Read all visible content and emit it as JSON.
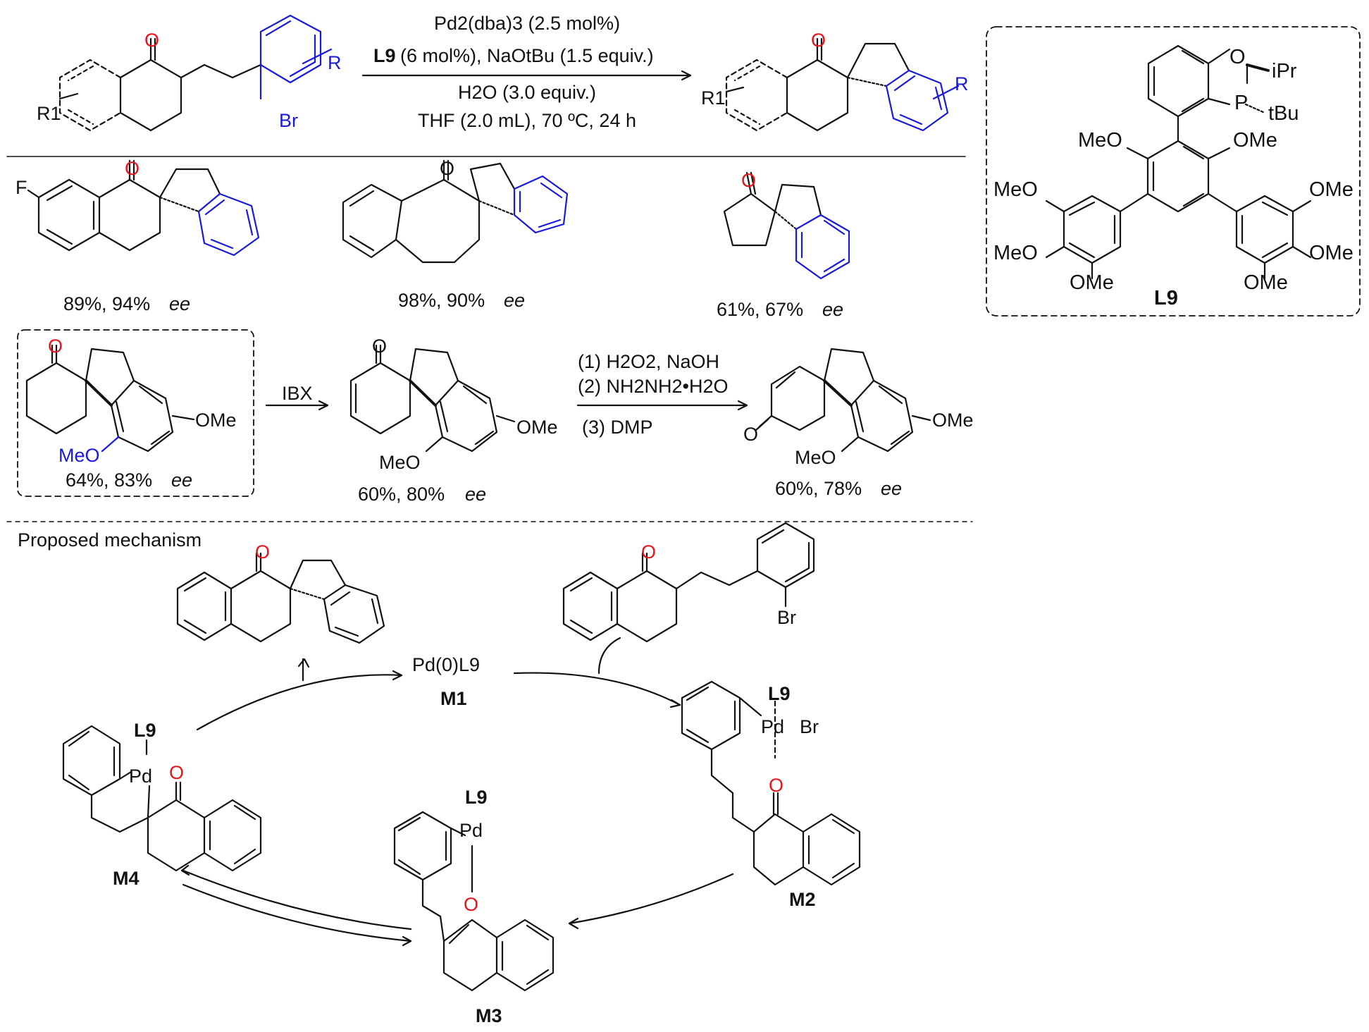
{
  "colors": {
    "carbonyl_oxygen": "#e8141b",
    "aryl_highlight": "#1a1adc",
    "bond": "#111111"
  },
  "reaction": {
    "catalyst_line1": "Pd2(dba)3 (2.5 mol%)",
    "ligand_label": "L9",
    "ligand_line_rest": "(6 mol%), NaOtBu (1.5 equiv.)",
    "additive_line": "H2O (3.0 equiv.)",
    "conditions_line": "THF (2.0 mL), 70 ºC, 24 h",
    "substrate_r1": "R1",
    "substrate_r": "R",
    "substrate_br": "Br",
    "product_r1": "R1",
    "product_r": "R"
  },
  "ligand_box": {
    "name": "L9",
    "labels": [
      "O",
      "iPr",
      "P",
      "tBu",
      "MeO",
      "OMe",
      "MeO",
      "OMe",
      "MeO",
      "OMe",
      "OMe",
      "OMe"
    ]
  },
  "examples": [
    {
      "substituent": "F",
      "yield": "89%, 94%",
      "ee": "ee"
    },
    {
      "yield": "98%, 90%",
      "ee": "ee"
    },
    {
      "yield": "61%, 67%",
      "ee": "ee"
    }
  ],
  "derivatization": {
    "start": {
      "yield": "64%, 83%",
      "ee": "ee",
      "ome": "OMe",
      "meo": "MeO"
    },
    "step1_reagent": "IBX",
    "mid": {
      "yield": "60%, 80%",
      "ee": "ee",
      "ome": "OMe",
      "meo": "MeO"
    },
    "step2_reagents": [
      "(1) H2O2, NaOH",
      "(2) NH2NH2•H2O",
      "(3) DMP"
    ],
    "end": {
      "yield": "60%, 78%",
      "ee": "ee",
      "ome": "OMe",
      "meo": "MeO"
    }
  },
  "mechanism": {
    "heading": "Proposed mechanism",
    "catalyst": "Pd(0)L9",
    "m1": "M1",
    "m2": "M2",
    "m3": "M3",
    "m4": "M4",
    "pd": "Pd",
    "l9": "L9",
    "br": "Br",
    "o": "O"
  }
}
